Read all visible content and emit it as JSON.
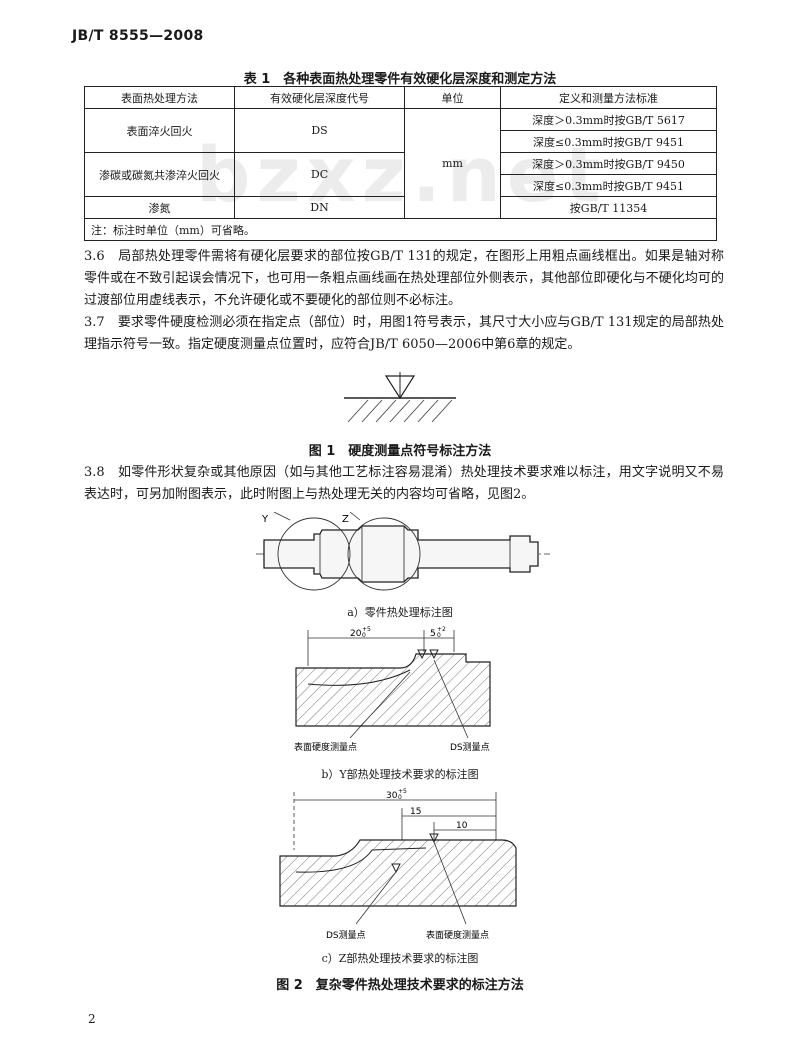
{
  "header": {
    "standard_code": "JB/T 8555—2008"
  },
  "watermark": "bzxz.net",
  "table1": {
    "title": "表 1　各种表面热处理零件有效硬化层深度和测定方法",
    "headers": [
      "表面热处理方法",
      "有效硬化层深度代号",
      "单位",
      "定义和测量方法标准"
    ],
    "rows": [
      {
        "method": "表面淬火回火",
        "code": "DS",
        "standards": [
          "深度＞0.3mm时按GB/T 5617",
          "深度≤0.3mm时按GB/T 9451"
        ]
      },
      {
        "method": "渗碳或碳氮共渗淬火回火",
        "code": "DC",
        "standards": [
          "深度＞0.3mm时按GB/T 9450",
          "深度≤0.3mm时按GB/T 9451"
        ]
      },
      {
        "method": "渗氮",
        "code": "DN",
        "standards": [
          "按GB/T 11354"
        ]
      }
    ],
    "unit": "mm",
    "note": "注：标注时单位（mm）可省略。"
  },
  "paragraphs": {
    "p36": "3.6　局部热处理零件需将有硬化层要求的部位按GB/T 131的规定，在图形上用粗点画线框出。如果是轴对称零件或在不致引起误会情况下，也可用一条粗点画线画在热处理部位外侧表示，其他部位即硬化与不硬化均可的过渡部位用虚线表示，不允许硬化或不要硬化的部位则不必标注。",
    "p37": "3.7　要求零件硬度检测必须在指定点（部位）时，用图1符号表示，其尺寸大小应与GB/T 131规定的局部热处理指示符号一致。指定硬度测量点位置时，应符合JB/T 6050—2006中第6章的规定。",
    "p38": "3.8　如零件形状复杂或其他原因（如与其他工艺标注容易混淆）热处理技术要求难以标注，用文字说明又不易表达时，可另加附图表示，此时附图上与热处理无关的内容均可省略，见图2。"
  },
  "figure1": {
    "caption": "图 1　硬度测量点符号标注方法"
  },
  "figure2": {
    "sub_a": {
      "caption": "a）零件热处理标注图",
      "label_y": "Y",
      "label_z": "Z"
    },
    "sub_b": {
      "caption": "b）Y部热处理技术要求的标注图",
      "dim_long": "20",
      "dim_long_tol": "+5",
      "dim_long_tol2": "0",
      "dim_short": "5",
      "dim_short_tol": "+2",
      "dim_short_tol2": "0",
      "label_left": "表面硬度测量点",
      "label_right": "DS测量点"
    },
    "sub_c": {
      "caption": "c）Z部热处理技术要求的标注图",
      "dim_long": "30",
      "dim_long_tol": "+5",
      "dim_long_tol2": "0",
      "dim_mid": "15",
      "dim_short": "10",
      "label_left": "DS测量点",
      "label_right": "表面硬度测量点"
    },
    "caption": "图 2　复杂零件热处理技术要求的标注方法"
  },
  "footer": {
    "page_number": "2"
  }
}
